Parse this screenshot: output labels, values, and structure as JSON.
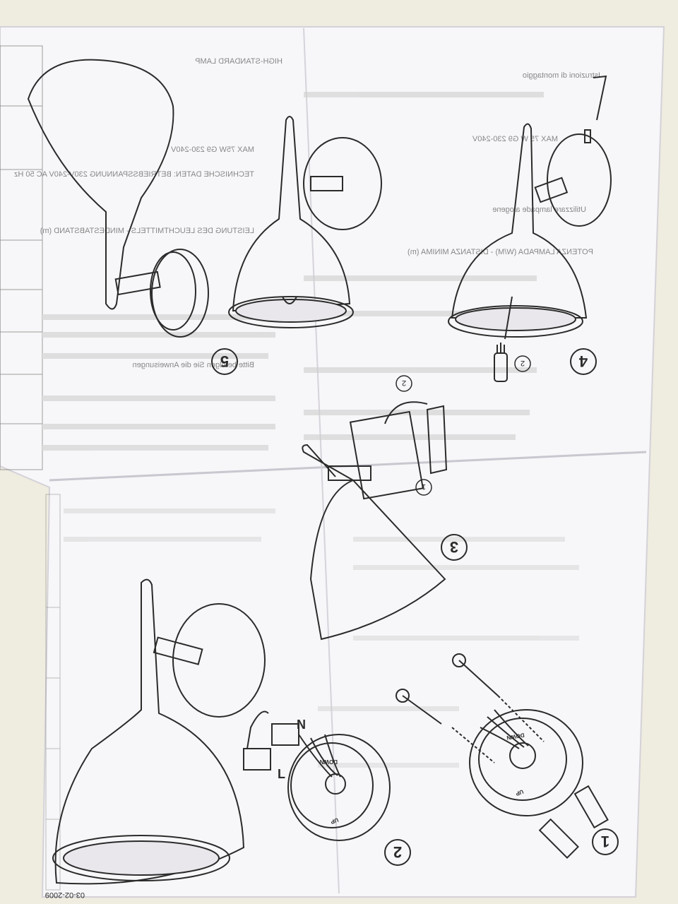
{
  "sheet": {
    "steps": [
      {
        "id": "step-1",
        "number": "1"
      },
      {
        "id": "step-2",
        "number": "2"
      },
      {
        "id": "step-3",
        "number": "3"
      },
      {
        "id": "step-4",
        "number": "4"
      },
      {
        "id": "step-5",
        "number": "5"
      }
    ],
    "callouts": {
      "wire_n": "N",
      "wire_l": "L",
      "plate_up": "UP",
      "plate_down": "DOWN",
      "bulb_callout": "2",
      "screw_callout": "1",
      "arrow_callout": "2",
      "code": "03-02-2009"
    },
    "mirrored_text": {
      "left_panel": [
        "HIGH-STANDARD LAMP",
        "LEISTUNG DES LEUCHTMITTELS - MINDESTABSTAND (m)",
        "MAX 75W   G9   230-240V",
        "TECHNISCHE DATEN: BETRIEBSSPANNUNG 230V-240V AC 50 Hz",
        "Bitte befolgen Sie die Anweisungen"
      ],
      "right_panel": [
        "POTENZA LAMPADA (W/M) - DISTANZA MINIMA (m)",
        "MAX 75 W   G9   230-240V",
        "Utilizzare lampade alogene",
        "Istruzioni di montaggio"
      ]
    }
  },
  "colors": {
    "background": "#f3efe4",
    "paper": "#f7f6f8",
    "ink": "#2b2b2b",
    "table": "#e7e5ea"
  }
}
